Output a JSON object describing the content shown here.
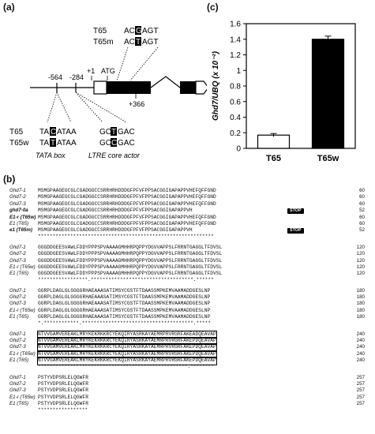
{
  "panels": {
    "a": "(a)",
    "b": "(b)",
    "c": "(c)"
  },
  "gene": {
    "t65_top": "T65",
    "t65_top_seq_pre": "AC",
    "t65_top_seq_hl": "G",
    "t65_top_seq_post": "AGT",
    "t65m": "T65m",
    "t65m_seq_pre": "AC",
    "t65m_seq_hl": "T",
    "t65m_seq_post": "AGT",
    "pos1": "+1",
    "atg": "ATG",
    "m564": "-564",
    "m284": "-284",
    "p366": "+366",
    "t65_bot": "T65",
    "t65_bot_seq_pre": "TA",
    "t65_bot_seq_hl": "C",
    "t65_bot_seq_post": "ATAA",
    "t65w": "T65w",
    "t65w_seq_pre": "TA",
    "t65w_seq_hl": "T",
    "t65w_seq_post": "ATAA",
    "tata": "TATA box",
    "ltre1_pre": "GC",
    "ltre1_hl": "T",
    "ltre1_post": "GAC",
    "ltre2_pre": "GC",
    "ltre2_hl": "C",
    "ltre2_post": "GAC",
    "ltre_label": "LTRE core actor"
  },
  "chart_data": {
    "type": "bar",
    "categories": [
      "T65",
      "T65w"
    ],
    "values": [
      0.17,
      1.4
    ],
    "errors": [
      0.02,
      0.04
    ],
    "colors": [
      "#ffffff",
      "#000000"
    ],
    "ylabel": "Ghd7/UBQ (x 10⁻²)",
    "ylim": [
      0,
      1.6
    ],
    "yticks": [
      "0",
      "0.2",
      "0.4",
      "0.6",
      "0.8",
      "1",
      "1.2",
      "1.4",
      "1.6"
    ],
    "grid": false
  },
  "alignment": [
    {
      "rows": [
        {
          "name": "Ghd7-1",
          "seq": "MSMGPAAGEGCGLCGADGGCCSRRHRHDDDGFPFVFPPSACGGIGAPAPPVHEFQFFGND",
          "num": "60"
        },
        {
          "name": "Ghd7-2",
          "seq": "MSMGPAAGEGCGLCGADGGCCSRRHRHDDDGFPFVFPPSACGGIGAPAPPVHEFQFFGND",
          "num": "60"
        },
        {
          "name": "Ghd7-3",
          "seq": "MSMGPAAGEGCGLCGADGGCCSRRHRHDDDGFPFVFPPSACGGIGAPAPPVHEFQFFGND",
          "num": "60"
        },
        {
          "name": "ghd7-0a",
          "seq": "MSMGPAAGEGCGLCGADGGCCSRRHRHDDDGFPFVFPPSACGGIGAPAPPVH",
          "num": "52",
          "stop": "STOP"
        },
        {
          "name": "E1-r (T65w)",
          "seq": "MSMGPAAGEGCGLCGADGGCCSRRHRHDDDGFPFVFPPSACGGIGAPAPPVHEFQFFGND",
          "num": "60"
        },
        {
          "name": "E1 (T65)",
          "seq": "MSMGPAAGEGCGLCGADGGCCSRRHRHDDDGFPFVFPPSACGGIGAPAPPVHEFQFFGND",
          "num": "60"
        },
        {
          "name": "e1 (T65m)",
          "seq": "MSMGPAAGEGCGLCGADGGCCSRRHRHDDDGFPFVFPPSACGGIGAPAPPVH",
          "num": "52",
          "stop": "STOP"
        }
      ],
      "cons": "************************************************************"
    },
    {
      "rows": [
        {
          "name": "Ghd7-1",
          "seq": "GGGDDGEESVAWLFDDYPPPSPVAAAAGMHHRPQPPYDGVVAPPSLFRRNTGAGGLTFDVSL",
          "num": "120"
        },
        {
          "name": "Ghd7-2",
          "seq": "GGGDDGEESVAWLFDDYPPPSPVAAAAGMHHRPQPPYDGVVAPPSLFRRNTGAGGLTFDVSL",
          "num": "120"
        },
        {
          "name": "Ghd7-3",
          "seq": "GGGDDGEESVAWLFDDYPPPSPVAAAAGMHHRPQPPYDGVVAPPSLFRRNTGAGGLTFDVSL",
          "num": "120"
        },
        {
          "name": "E1-r (T65w)",
          "seq": "GGGDDGEESVAWLFDDYPPPSPVAAAAGMHHRPQPPYDGVVAPPSLFRRNTGAGGLTFDVSL",
          "num": "120"
        },
        {
          "name": "E1 (T65)",
          "seq": "GGGDDGEESVAWLFDDYPPPSPVAAAAGMHHRPQPPYDGVVAPPSLFRRNTGAGGLTFDVSL",
          "num": "120"
        }
      ],
      "cons": "*****************.***********************************.******"
    },
    {
      "rows": [
        {
          "name": "Ghd7-1",
          "seq": "GGRPLDAGLGLGGGGRHAEAAASATIMSYCGSTFTDAASSMPKEMVAAMADDGESLNP",
          "num": "180"
        },
        {
          "name": "Ghd7-2",
          "seq": "GGRPLDAGLGLGGGGRHAEAAASATIMSYCGSTFTDAASSMPKEMVAAMADDGESLNP",
          "num": "180"
        },
        {
          "name": "Ghd7-3",
          "seq": "GGRPLDAGLGLGGGGRHAEAAASATIMSYCGSTFTDAASSMPKEMVAAMADDGESLNP",
          "num": "180"
        },
        {
          "name": "E1-r (T65w)",
          "seq": "GGRPLDAGLGLGGGGRHAEAAASATIMSYCGSTFTDAASSMPKEMVAAMADDGESLNP",
          "num": "180"
        },
        {
          "name": "E1 (T65)",
          "seq": "GGRPLDAGLGLGGGGRHAEAAASATIMSYCGSTFTDAASSMPKEMVAAMADDGESLNP",
          "num": "180"
        }
      ],
      "cons": "*.************.**************************************.*****"
    },
    {
      "rows": [
        {
          "name": "Ghd7-1",
          "seq": "NTVVGAMVEREAKLMRYKEKRKKRCYEKQIRYASRKAYAEMRPRVRGRFAKEADQEAVAP",
          "num": "240"
        },
        {
          "name": "Ghd7-2",
          "seq": "NTVVGAMVEREAKLMRYKEKRKKRCYEKQIRYASRKAYAEMRPRVRGRFAKEPDQEAVAP",
          "num": "240"
        },
        {
          "name": "Ghd7-3",
          "seq": "NTVVGAMVEREAKLMRYKEKRKKRCYEKQIRYASRKAYAEMRPRVRGRFAKEPDQEAVAP",
          "num": "240"
        },
        {
          "name": "E1-r (T65w)",
          "seq": "NTVVGAMVEREAKLMRYKEKRKKRCYEKQIRYASRKAYAEMRPRVRGRFAKEPDQEAVAP",
          "num": "240"
        },
        {
          "name": "E1 (T65)",
          "seq": "NTVVGAMVEREAKLMRYKEKRKKRCYEKQIRYASRKAYAEMRPRVRGRFAKEPDQEAVAP",
          "num": "240"
        }
      ],
      "cons": "***************************************************.********"
    },
    {
      "rows": [
        {
          "name": "Ghd7-1",
          "seq": "PSTYVDPSRLELQGWFR",
          "num": "257"
        },
        {
          "name": "Ghd7-2",
          "seq": "PSTYVDPSRLELQGWFR",
          "num": "257"
        },
        {
          "name": "Ghd7-3",
          "seq": "PSTYVDPSRLELQGWFR",
          "num": "257"
        },
        {
          "name": "E1-r (T65w)",
          "seq": "PSTYVDPSRLELQGWFR",
          "num": "257"
        },
        {
          "name": "E1 (T65)",
          "seq": "PSTYVDPSRLELQGWFR",
          "num": "257"
        }
      ],
      "cons": "*****************"
    }
  ]
}
